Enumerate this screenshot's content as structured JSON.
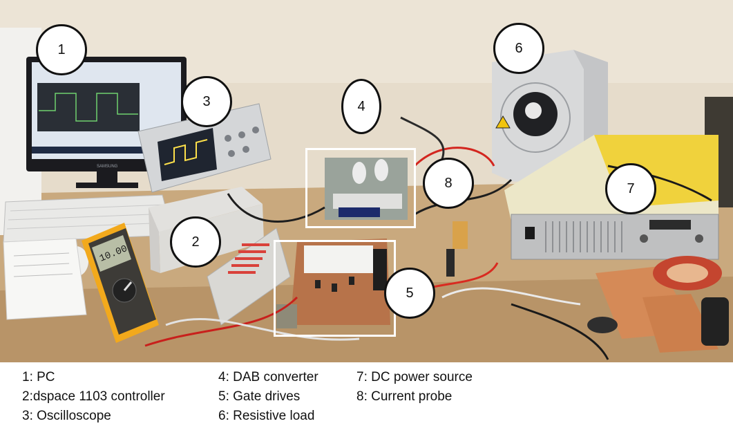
{
  "photo": {
    "monitor_brand": "SAMSUNG",
    "multimeter_reading": "10.00"
  },
  "markers": [
    "1",
    "2",
    "3",
    "4",
    "5",
    "6",
    "7",
    "8"
  ],
  "legend": {
    "col1": [
      "1: PC",
      "2:dspace 1103 controller",
      "3: Oscilloscope"
    ],
    "col2": [
      "4: DAB converter",
      "5: Gate drives",
      "6: Resistive load"
    ],
    "col3": [
      "7: DC power source",
      "8: Current probe"
    ]
  }
}
